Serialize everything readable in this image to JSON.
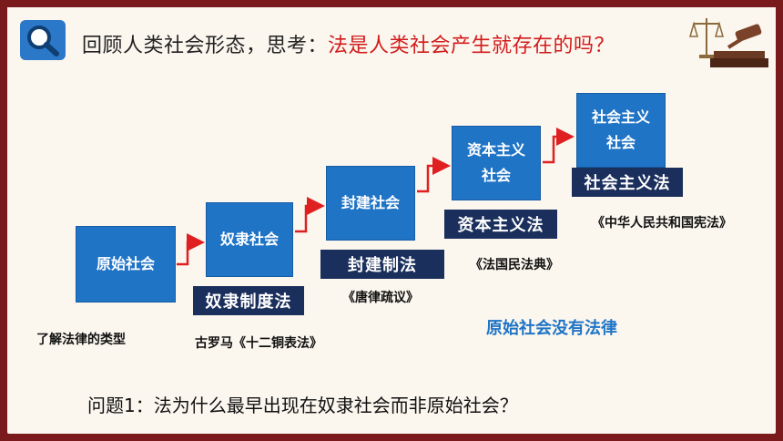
{
  "header": {
    "title_prefix": "回顾人类社会形态，思考：",
    "title_highlight": "法是人类社会产生就存在的吗？"
  },
  "stages": [
    {
      "name": "原始社会"
    },
    {
      "name": "奴隶社会",
      "law_type": "奴隶制度法",
      "example": "古罗马《十二铜表法》"
    },
    {
      "name": "封建社会",
      "law_type": "封建制法",
      "example": "《唐律疏议》"
    },
    {
      "name_line1": "资本主义",
      "name_line2": "社会",
      "law_type": "资本主义法",
      "example": "《法国民法典》"
    },
    {
      "name_line1": "社会主义",
      "name_line2": "社会",
      "law_type": "社会主义法",
      "example": "《中华人民共和国宪法》"
    }
  ],
  "notes": {
    "left": "了解法律的类型",
    "primitive": "原始社会没有法律"
  },
  "question": "问题1：法为什么最早出现在奴隶社会而非原始社会？",
  "colors": {
    "box": "#1f74c6",
    "label": "#1b2f5c",
    "accent_red": "#d21b1b",
    "frame": "#7a1a1d"
  },
  "icons": [
    "search-icon",
    "gavel-icon",
    "arrow-icon"
  ]
}
